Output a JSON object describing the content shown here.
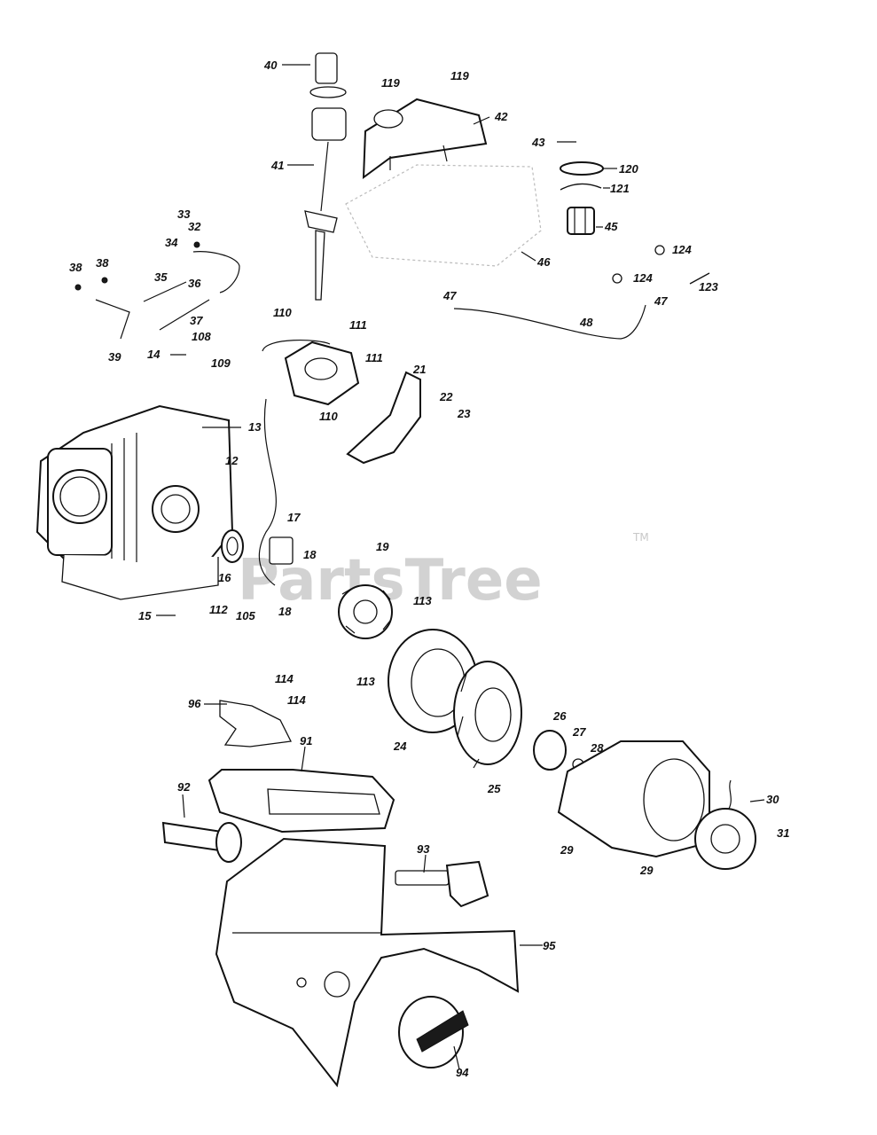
{
  "watermark": {
    "text": "PartsTree",
    "tm": "TM"
  },
  "callouts": [
    "40",
    "119",
    "119",
    "42",
    "43",
    "120",
    "121",
    "41",
    "45",
    "46",
    "124",
    "124",
    "123",
    "33",
    "32",
    "34",
    "38",
    "38",
    "35",
    "36",
    "37",
    "39",
    "47",
    "47",
    "48",
    "110",
    "111",
    "111",
    "108",
    "14",
    "109",
    "21",
    "22",
    "23",
    "110",
    "13",
    "12",
    "17",
    "18",
    "18",
    "16",
    "15",
    "112",
    "105",
    "19",
    "113",
    "113",
    "24",
    "26",
    "27",
    "28",
    "25",
    "114",
    "114",
    "96",
    "91",
    "92",
    "30",
    "31",
    "29",
    "29",
    "93",
    "95",
    "94"
  ]
}
